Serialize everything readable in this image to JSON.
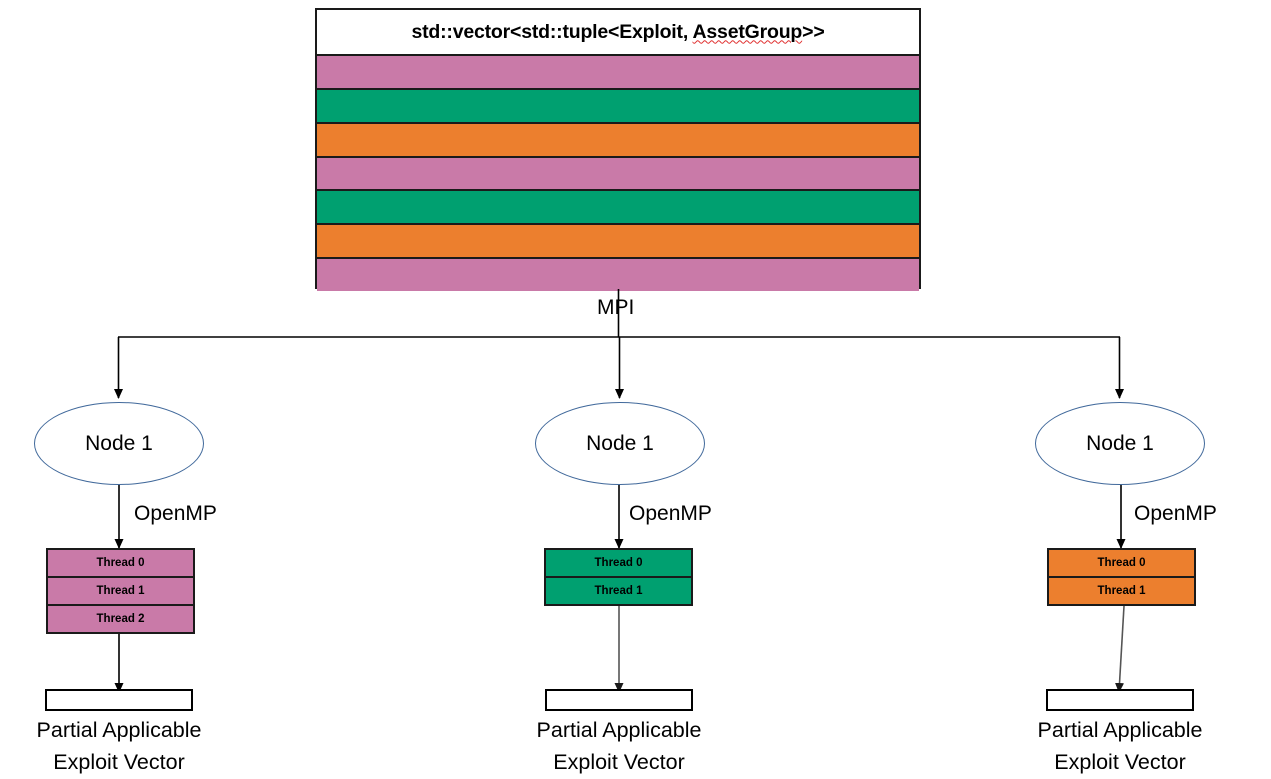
{
  "diagram": {
    "title_box": {
      "text_prefix": "std::vector<std::tuple<Exploit, ",
      "text_misspelled": "AssetGroup",
      "text_suffix": ">>",
      "full_text": "std::vector<std::tuple<Exploit, AssetGroup>>"
    },
    "vector_bands": [
      {
        "index": 0,
        "color": "#c97aa8"
      },
      {
        "index": 1,
        "color": "#00a070"
      },
      {
        "index": 2,
        "color": "#ec7f2e"
      },
      {
        "index": 3,
        "color": "#c97aa8"
      },
      {
        "index": 4,
        "color": "#00a070"
      },
      {
        "index": 5,
        "color": "#ec7f2e"
      },
      {
        "index": 6,
        "color": "#c97aa8"
      }
    ],
    "mpi_label": "MPI",
    "columns": [
      {
        "node_label": "Node 1",
        "openmp_label": "OpenMP",
        "thread_color": "#c97aa8",
        "threads": [
          "Thread 0",
          "Thread 1",
          "Thread 2"
        ],
        "output_caption_line1": "Partial Applicable",
        "output_caption_line2": "Exploit Vector"
      },
      {
        "node_label": "Node 1",
        "openmp_label": "OpenMP",
        "thread_color": "#00a070",
        "threads": [
          "Thread 0",
          "Thread 1"
        ],
        "output_caption_line1": "Partial Applicable",
        "output_caption_line2": "Exploit Vector"
      },
      {
        "node_label": "Node 1",
        "openmp_label": "OpenMP",
        "thread_color": "#ec7f2e",
        "threads": [
          "Thread 0",
          "Thread 1"
        ],
        "output_caption_line1": "Partial Applicable",
        "output_caption_line2": "Exploit Vector"
      }
    ],
    "colors": {
      "pink": "#c97aa8",
      "green": "#00a070",
      "orange": "#ec7f2e",
      "ellipse_stroke": "#41699b",
      "line_stroke": "#000000",
      "box_stroke": "#1a1a1a",
      "spellcheck_underline": "#e03030",
      "background": "#ffffff"
    }
  }
}
